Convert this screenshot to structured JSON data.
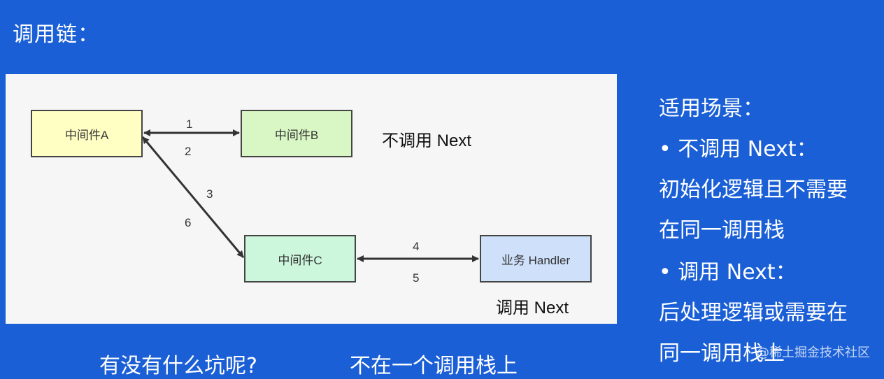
{
  "title": "调用链：",
  "diagram": {
    "nodes": {
      "a": "中间件A",
      "b": "中间件B",
      "c": "中间件C",
      "handler": "业务 Handler"
    },
    "edge_labels": {
      "n1": "1",
      "n2": "2",
      "n3": "3",
      "n4": "4",
      "n5": "5",
      "n6": "6"
    },
    "notes": {
      "no_next": "不调用  Next",
      "call_next": "调用  Next"
    }
  },
  "side_panel": {
    "heading": "适用场景：",
    "bullet1": "•   不调用  Next：",
    "bullet1_line1": "初始化逻辑且不需要",
    "bullet1_line2": "在同一调用栈",
    "bullet2": "•   调用  Next：",
    "bullet2_line1": "后处理逻辑或需要在",
    "bullet2_line2": "同一调用栈上"
  },
  "bottom": {
    "question": "有没有什么坑呢?",
    "answer": "不在一个调用栈上"
  },
  "watermark": "@稀土掘金技术社区"
}
